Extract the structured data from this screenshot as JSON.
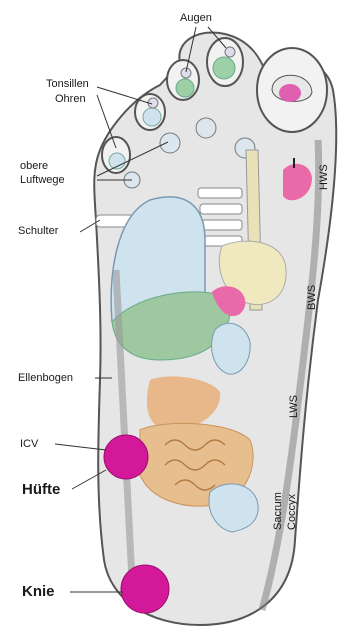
{
  "labels": {
    "augen": "Augen",
    "tonsillen": "Tonsillen",
    "ohren": "Ohren",
    "obere": "obere",
    "luftwege": "Luftwege",
    "schulter": "Schulter",
    "ellenbogen": "Ellenbogen",
    "icv": "ICV",
    "huefte": "Hüfte",
    "knie": "Knie",
    "hws": "HWS",
    "bws": "BWS",
    "lws": "LWS",
    "sacrum": "Sacrum",
    "coccyx": "Coccyx"
  },
  "colors": {
    "foot_fill": "#e6e6e6",
    "outline": "#555555",
    "lung": "#cfe3ef",
    "heart_region": "#9ec9a0",
    "liver_orange": "#e8b88a",
    "intestine": "#e7bf8f",
    "bladder": "#cfe3ef",
    "pink": "#e060b0",
    "magenta": "#d4189a",
    "spine": "#e9e2b8",
    "stomach": "#f0e9c0"
  }
}
